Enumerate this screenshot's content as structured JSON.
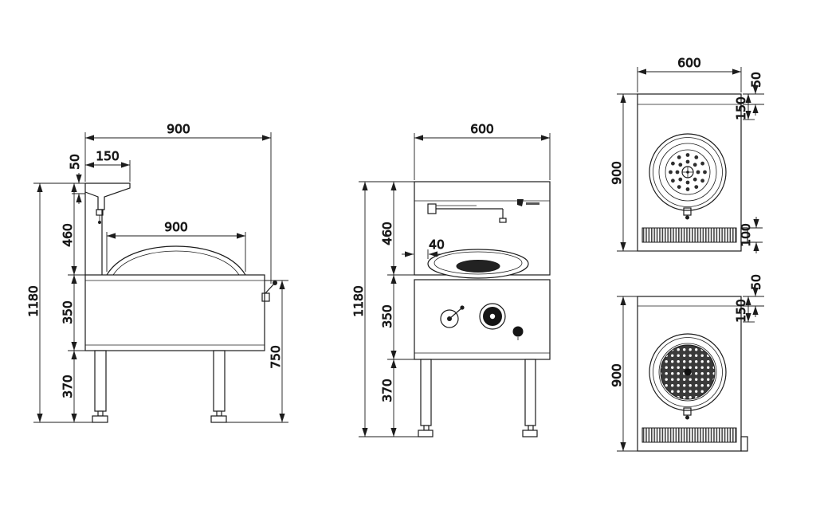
{
  "colors": {
    "background": "#ffffff",
    "line": "#1c1c1c"
  },
  "drawing": {
    "side": {
      "overall_depth": "900",
      "splash_lip": "50",
      "shelf_depth": "150",
      "upper_height": "460",
      "wok_width": "900",
      "overall_height": "1180",
      "body_height": "350",
      "leg_height": "370",
      "worktop_height": "750"
    },
    "front": {
      "overall_width": "600",
      "upper_height": "460",
      "overall_height": "1180",
      "ring_inset": "40",
      "body_height": "350",
      "leg_height": "370"
    },
    "top_ring": {
      "overall_width": "600",
      "rear_edge": "50",
      "rear_inset": "150",
      "overall_depth": "900",
      "connector_height": "100"
    },
    "top_jet": {
      "rear_edge": "50",
      "rear_inset": "150",
      "overall_depth": "900"
    }
  }
}
